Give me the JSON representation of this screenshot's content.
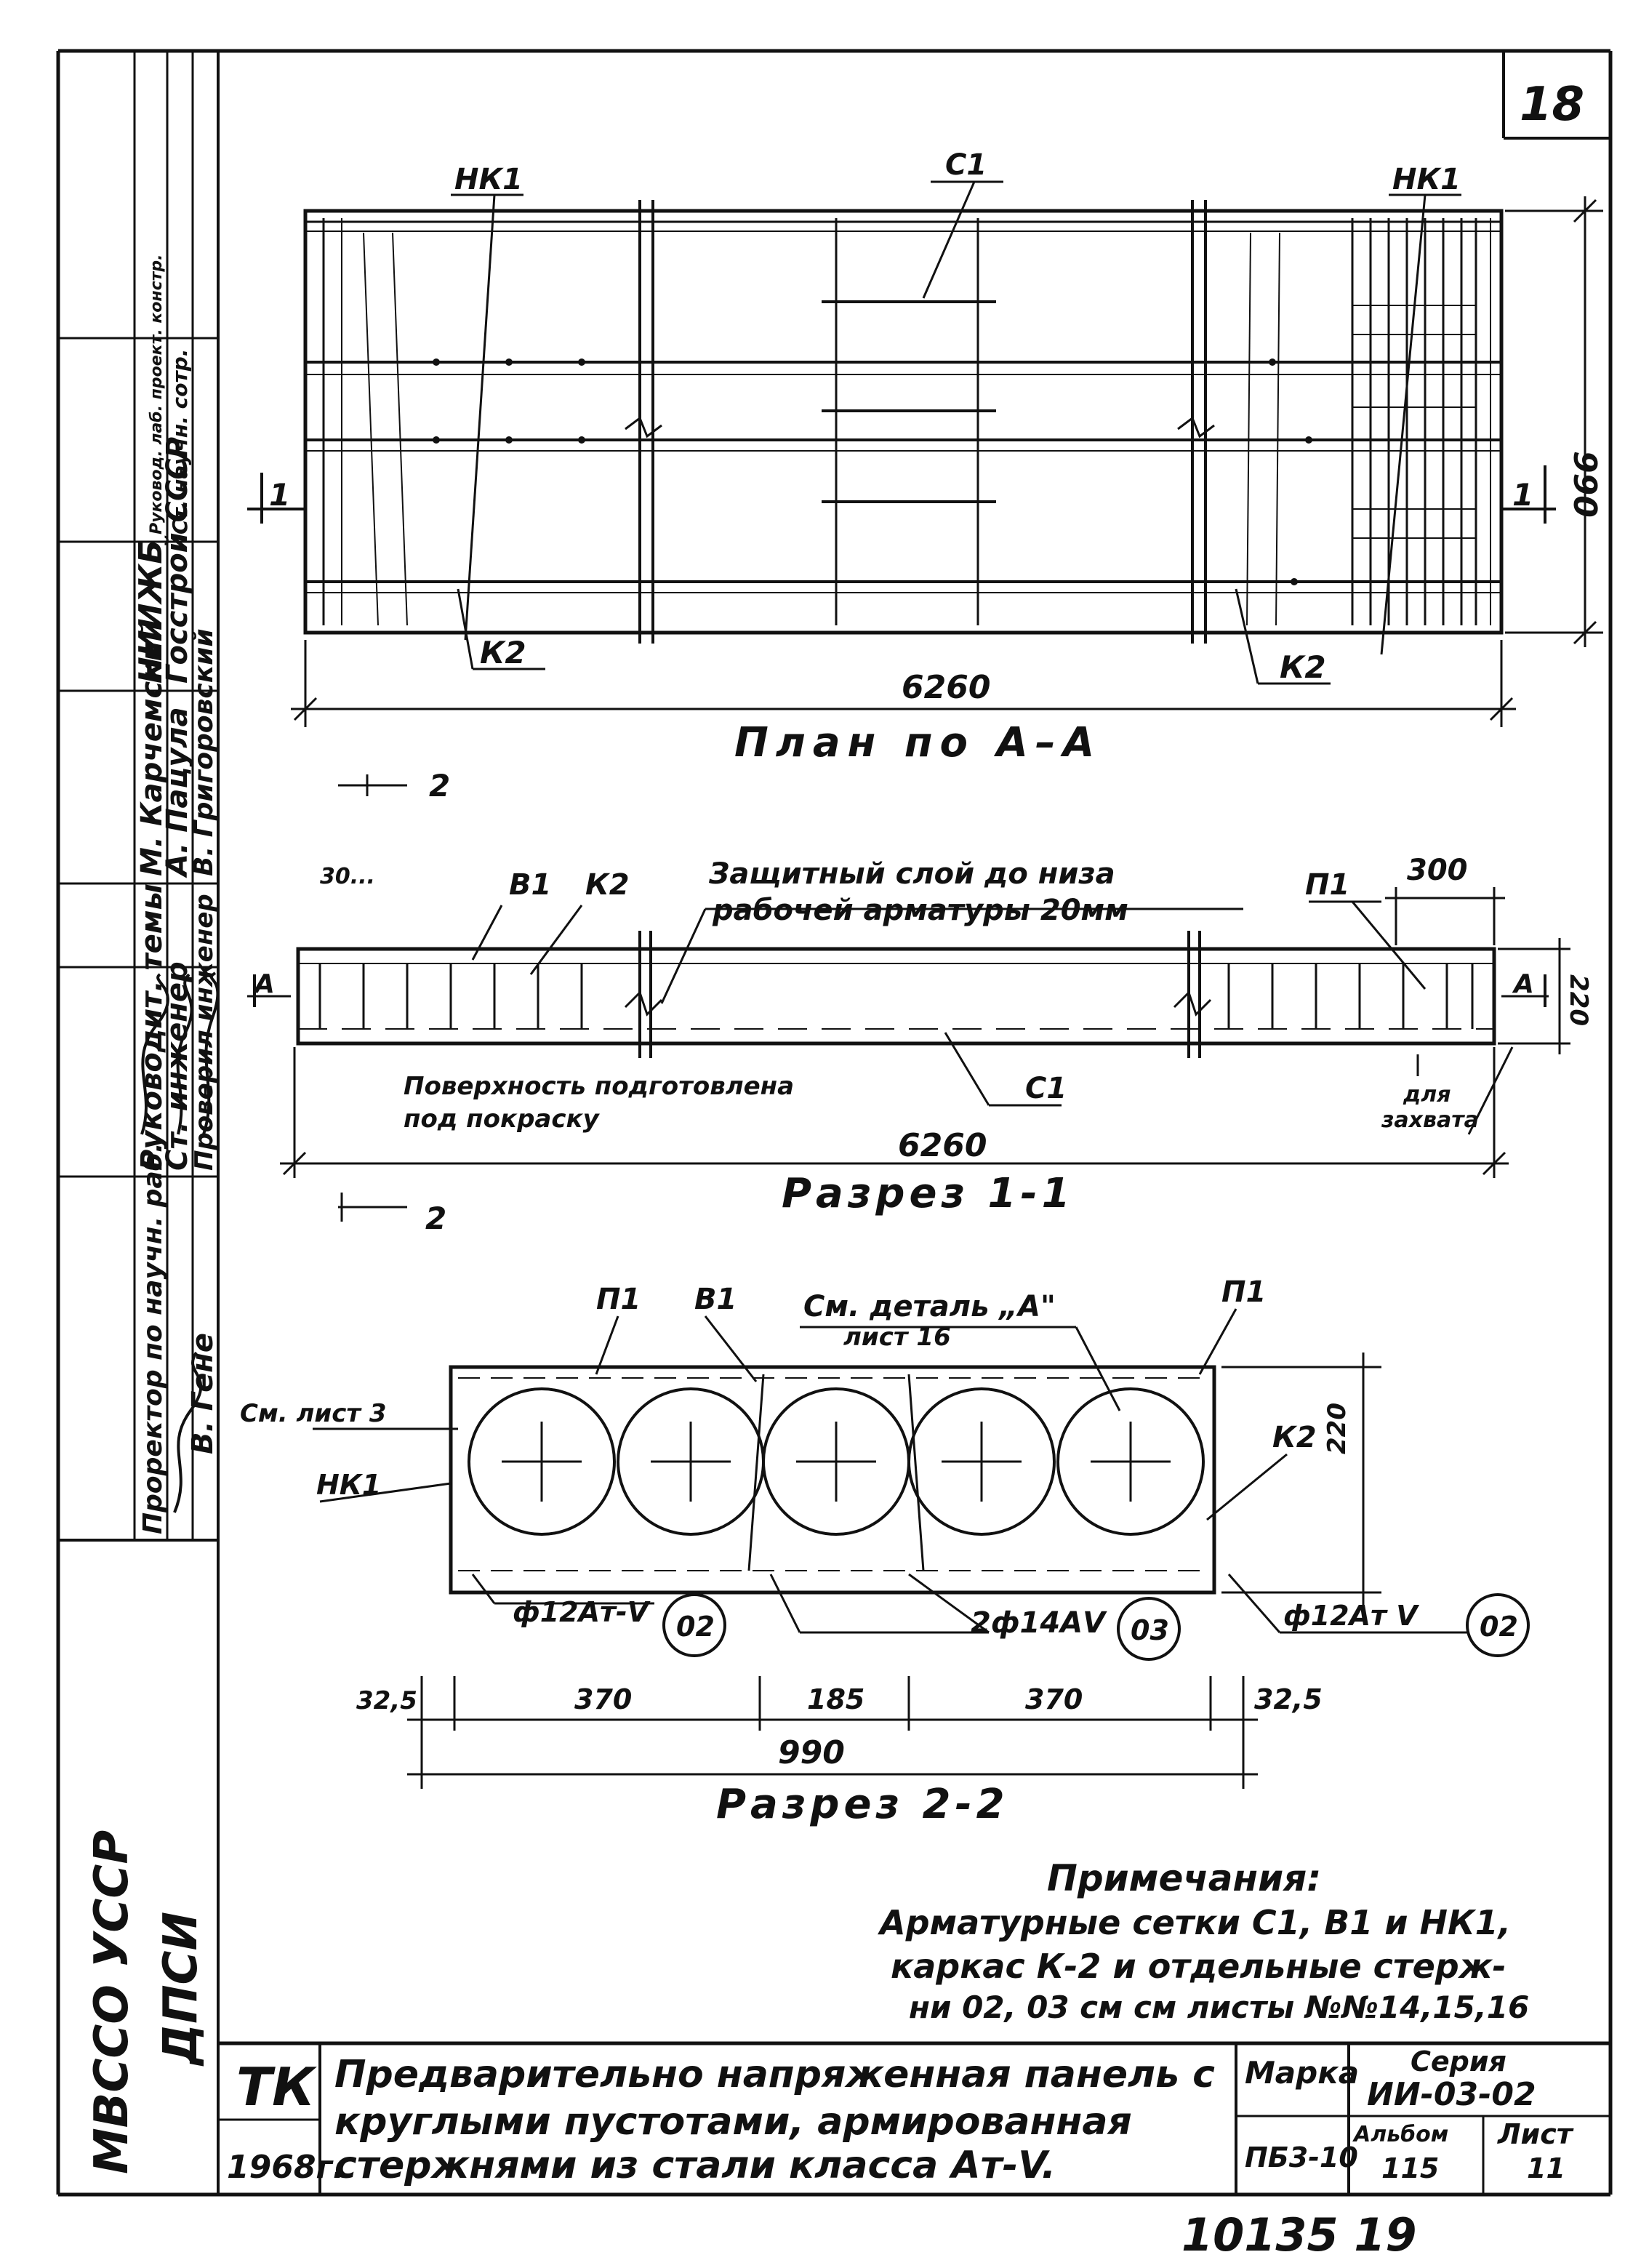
{
  "sheet": {
    "number": "18",
    "bottom_number": "10135   19"
  },
  "plan": {
    "title": "План по А–А",
    "length": "6260",
    "width": "990",
    "labels": {
      "nk1_left": "НК1",
      "c1": "С1",
      "nk1_right": "НК1",
      "k2_left": "К2",
      "k2_right": "К2",
      "cut_left": "1",
      "cut_right": "1"
    }
  },
  "section11": {
    "title": "Разрез 1-1",
    "length": "6260",
    "height": "220",
    "dim_300": "300",
    "left_partial": "30...",
    "cut_top": "2",
    "cut_bottom": "2",
    "labels": {
      "b1": "В1",
      "k2": "К2",
      "p1": "П1",
      "c1": "С1",
      "a_left": "А",
      "a_right": "А"
    },
    "note_protective_1": "Защитный слой до низа",
    "note_protective_2": "рабочей арматуры 20мм",
    "note_surface_1": "Поверхность подготовлена",
    "note_surface_2": "под покраску",
    "note_grip_1": "для",
    "note_grip_2": "захвата"
  },
  "section22": {
    "title": "Разрез 2-2",
    "height": "220",
    "total_width": "990",
    "dims": [
      "32,5",
      "370",
      "185",
      "370",
      "32,5"
    ],
    "labels": {
      "p1_left": "П1",
      "b1": "В1",
      "p1_right": "П1",
      "k2": "К2",
      "nk1": "НК1",
      "see_sheet": "См. лист 3"
    },
    "detail_ref_1": "См. деталь „А\"",
    "detail_ref_2": "лист 16",
    "rebar_left": "ф12Ат-V",
    "rebar_mid": "2ф14АV",
    "rebar_right": "ф12Ат V",
    "bubble_left": "02",
    "bubble_mid": "03",
    "bubble_right": "02"
  },
  "notes": {
    "title": "Примечания:",
    "line1": "Арматурные сетки С1, В1 и НК1,",
    "line2": "каркас К-2 и отдельные стерж-",
    "line3": "ни 02, 03 см см листы №№14,15,16"
  },
  "title_block": {
    "org": "ТК",
    "year": "1968г.",
    "title1": "Предварительно напряженная панель с",
    "title2": "круглыми пустотами, армированная",
    "title3": "стержнями из стали класса Ат-V.",
    "marka_label": "Марка",
    "marka_value": "ПБ3-10",
    "seria_label": "Серия",
    "seria_value": "ИИ-03-02",
    "album_label": "Альбом",
    "album_value": "115",
    "list_label": "Лист",
    "list_value": "11"
  },
  "side_stamp": {
    "org1": "МВССО УССР",
    "org2": "ДПСИ",
    "col_a": [
      "Проректор по научн. раб.",
      "Руководит. темы",
      "",
      "М. Карчемский",
      "НИИЖБ",
      "Руковод. лаб. проект. констр."
    ],
    "col_b": [
      "",
      "Ст. инженер",
      "",
      "А. Пацула",
      "Госстрой СССР",
      "Ст. научн. сотр."
    ],
    "col_c": [
      "В. Гене",
      "Проверил инженер",
      "",
      "В. Григоровский",
      "",
      ""
    ]
  }
}
